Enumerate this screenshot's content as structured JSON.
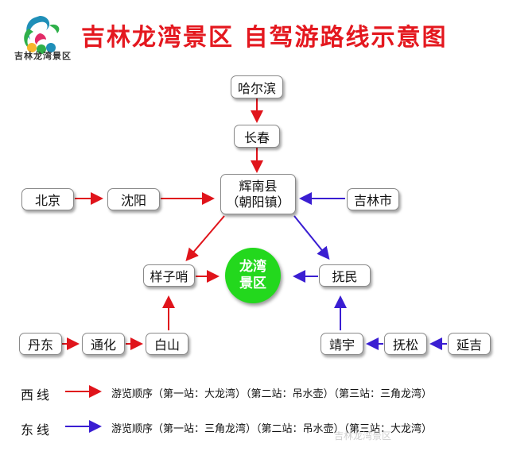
{
  "header": {
    "logo_text": "吉林龙湾景区",
    "title": "吉林龙湾景区  自驾游路线示意图"
  },
  "nodes": {
    "harbin": "哈尔滨",
    "changchun": "长春",
    "huinan_line1": "辉南县",
    "huinan_line2": "（朝阳镇）",
    "beijing": "北京",
    "shenyang": "沈阳",
    "jilin": "吉林市",
    "yangzishao": "样子哨",
    "fumin": "抚民",
    "dandong": "丹东",
    "tonghua": "通化",
    "baishan": "白山",
    "jingyu": "靖宇",
    "fusong": "抚松",
    "yanji": "延吉"
  },
  "destination": {
    "line1": "龙湾",
    "line2": "景区"
  },
  "legend": {
    "west": {
      "label": "西线",
      "text": "游览顺序（第一站：大龙湾）（第二站：吊水壶）（第三站：三角龙湾）"
    },
    "east": {
      "label": "东线",
      "text": "游览顺序（第一站：三角龙湾）（第二站：吊水壶）（第三站：大龙湾）"
    }
  },
  "watermark": "吉林龙湾景区",
  "colors": {
    "title": "#e4181f",
    "west_arrow": "#e0141b",
    "east_arrow": "#3a1ed2",
    "destination": "#23d81d"
  }
}
